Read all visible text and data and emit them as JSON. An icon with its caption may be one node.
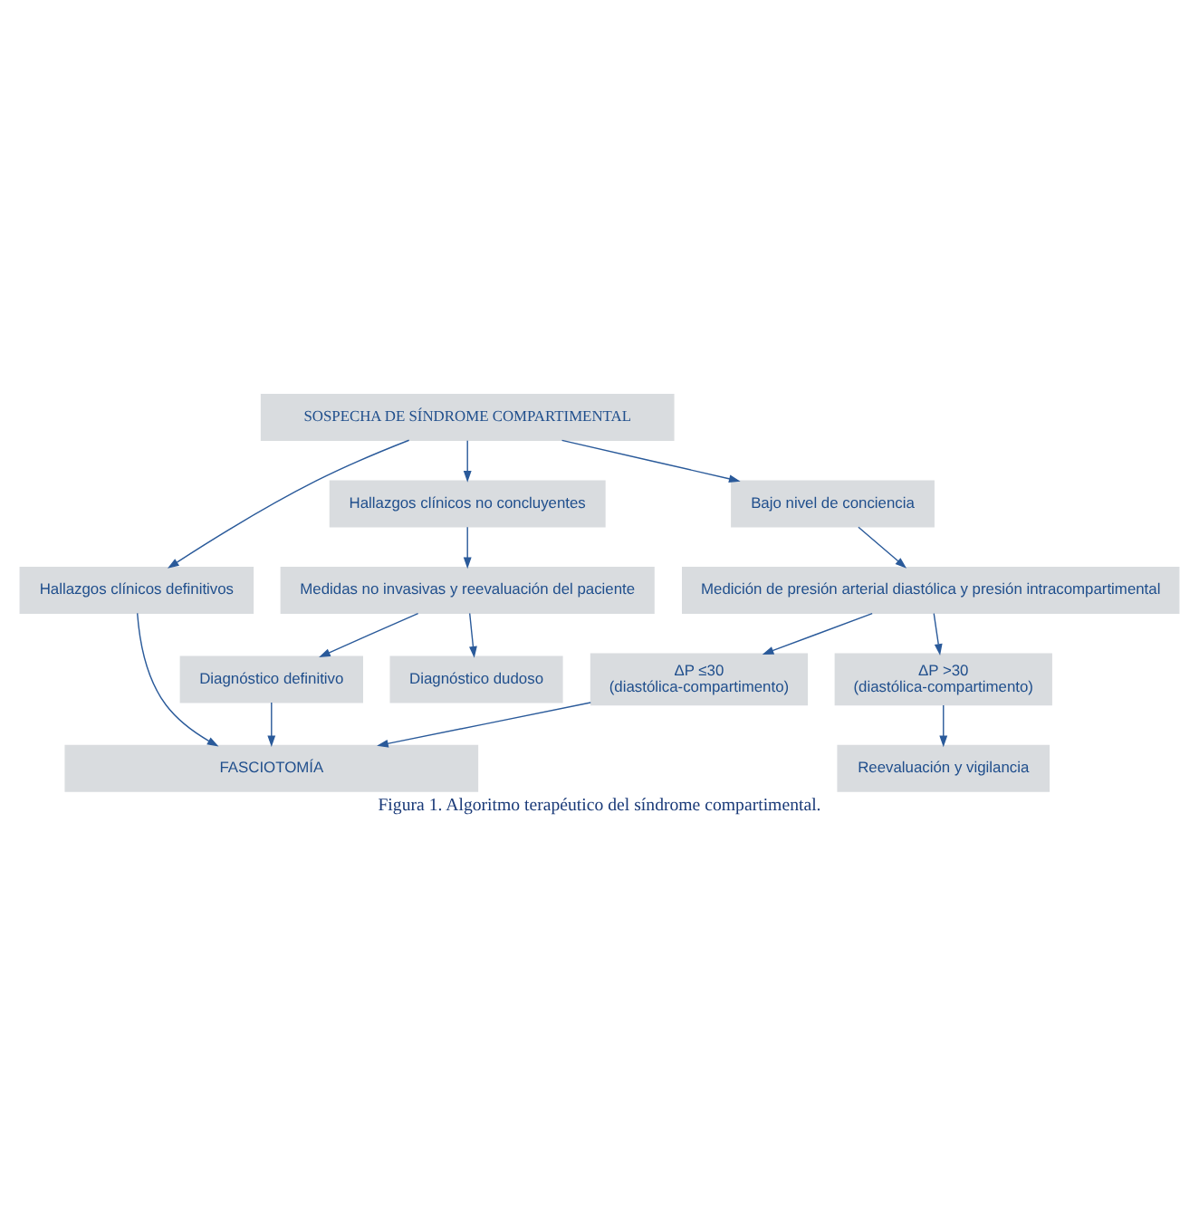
{
  "diagram": {
    "caption": "Figura 1. Algoritmo terapéutico del síndrome compartimental.",
    "nodes": [
      {
        "text": [
          "SOSPECHA DE SÍNDROME COMPARTIMENTAL"
        ]
      },
      {
        "text": [
          "Hallazgos clínicos definitivos"
        ]
      },
      {
        "text": [
          "Hallazgos clínicos no concluyentes"
        ]
      },
      {
        "text": [
          "Bajo nivel de conciencia"
        ]
      },
      {
        "text": [
          "Medidas no invasivas y reevaluación del paciente"
        ]
      },
      {
        "text": [
          "Diagnóstico definitivo"
        ]
      },
      {
        "text": [
          "Diagnóstico dudoso"
        ]
      },
      {
        "text": [
          "Medición de presión arterial diastólica y presión intracompartimental"
        ]
      },
      {
        "text": [
          "ΔP ≤30",
          "(diastólica-compartimento)"
        ]
      },
      {
        "text": [
          "ΔP >30",
          "(diastólica-compartimento)"
        ]
      },
      {
        "text": [
          "FASCIOTOMÍA"
        ]
      },
      {
        "text": [
          "Reevaluación y vigilancia"
        ]
      }
    ],
    "edges": [
      {
        "from": 0,
        "to": 1,
        "arrow": "to"
      },
      {
        "from": 0,
        "to": 2,
        "arrow": "to"
      },
      {
        "from": 0,
        "to": 3,
        "arrow": "to"
      },
      {
        "from": 2,
        "to": 4,
        "arrow": "to"
      },
      {
        "from": 4,
        "to": 5,
        "arrow": "to"
      },
      {
        "from": 4,
        "to": 6,
        "arrow": "to"
      },
      {
        "from": 3,
        "to": 7,
        "arrow": "to"
      },
      {
        "from": 7,
        "to": 8,
        "arrow": "to"
      },
      {
        "from": 7,
        "to": 9,
        "arrow": "to"
      },
      {
        "from": 1,
        "to": 10,
        "arrow": "to"
      },
      {
        "from": 5,
        "to": 10,
        "arrow": "to"
      },
      {
        "from": 8,
        "to": 10,
        "arrow": "to"
      },
      {
        "from": 9,
        "to": 11,
        "arrow": "to"
      }
    ]
  }
}
